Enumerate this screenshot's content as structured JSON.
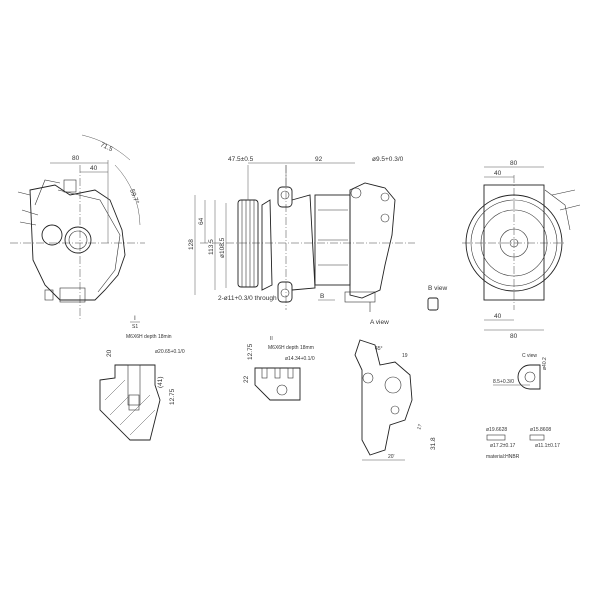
{
  "front_view": {
    "dim_arc": "71.5",
    "dim_width": "80",
    "dim_half": "40",
    "dim_angle": "59.7°"
  },
  "side_view": {
    "dim_clutch": "47.5±0.5",
    "dim_length": "92",
    "dim_port_hole": "ø9.5+0.3/0",
    "dim_height": "128",
    "dim_half_height": "64",
    "dim_mount": "113.5",
    "dim_pulley": "ø108.5",
    "dim_through": "2-ø11+0.3/0 through",
    "arrow_b": "B",
    "a_view_label": "A view",
    "b_view_label": "B view"
  },
  "rear_view": {
    "dim_top_width": "80",
    "dim_top_half": "40",
    "dim_bottom_half": "40",
    "dim_bottom_width": "80"
  },
  "detail_i": {
    "label": "I",
    "scale": "S1",
    "thread": "M6X6H depth 18min",
    "bore": "ø20.65+0.1/0",
    "dim_20": "20",
    "dim_41": "(41)",
    "dim_1275": "12.75"
  },
  "detail_ii": {
    "label": "II",
    "thread": "M6X6H depth 18mm",
    "bore": "ø14.34+0.1/0",
    "dim_1275": "12.75",
    "dim_22": "22"
  },
  "a_view": {
    "angle": "45°",
    "dim_19": "19",
    "dim_17": "17",
    "dim_318": "31.8",
    "dim_20": "20'"
  },
  "c_view": {
    "label": "C view",
    "hole": "8.5+0.3/0",
    "dim_v": "ø40.2"
  },
  "seals": {
    "seal1_top": "ø19.6628",
    "seal1_dim": "ø17.2±0.17",
    "seal2_top": "ø15.8608",
    "seal2_dim": "ø11.1±0.17",
    "material": "material:HNBR"
  }
}
